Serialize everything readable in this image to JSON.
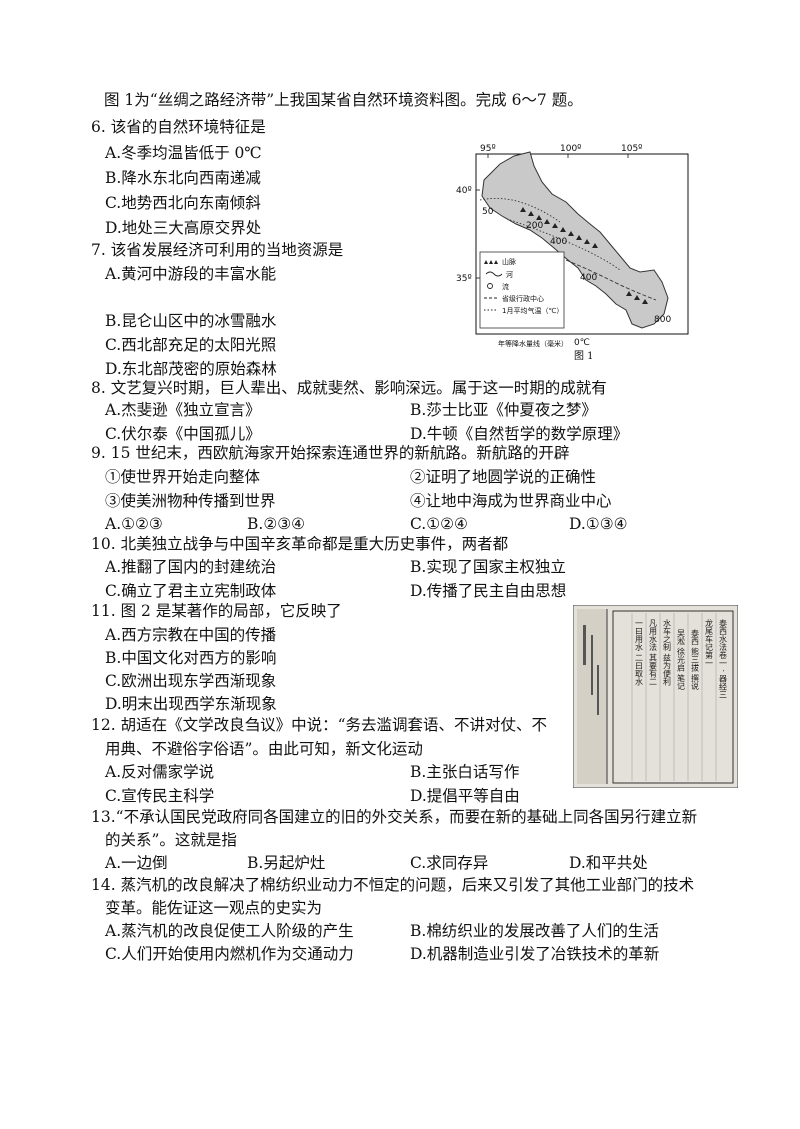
{
  "intro": "图 1为“丝绸之路经济带”上我国某省自然环境资料图。完成 6～7 题。",
  "q6": {
    "stem": "6. 该省的自然环境特征是",
    "A": "A.冬季均温皆低于 0℃",
    "B": "B.降水东北向西南递减",
    "C": "C.地势西北向东南倾斜",
    "D": "D.地处三大高原交界处"
  },
  "q7": {
    "stem": "7. 该省发展经济可利用的当地资源是",
    "A": "A.黄河中游段的丰富水能",
    "B": "B.昆仑山区中的冰雪融水",
    "C": "C.西北部充足的太阳光照",
    "D": "D.东北部茂密的原始森林"
  },
  "q8": {
    "stem": "8. 文艺复兴时期，巨人辈出、成就斐然、影响深远。属于这一时期的成就有",
    "A": "A.杰斐逊《独立宣言》",
    "B": "B.莎士比亚《仲夏夜之梦》",
    "C": "C.伏尔泰《中国孤儿》",
    "D": "D.牛顿《自然哲学的数学原理》"
  },
  "q9": {
    "stem": "9. 15 世纪末，西欧航海家开始探索连通世界的新航路。新航路的开辟",
    "s1": "①使世界开始走向整体",
    "s2": "②证明了地圆学说的正确性",
    "s3": "③使美洲物种传播到世界",
    "s4": "④让地中海成为世界商业中心",
    "A": "A.①②③",
    "B": "B.②③④",
    "C": "C.①②④",
    "D": "D.①③④"
  },
  "q10": {
    "stem": "10. 北美独立战争与中国辛亥革命都是重大历史事件，两者都",
    "A": "A.推翻了国内的封建统治",
    "B": "B.实现了国家主权独立",
    "C": "C.确立了君主立宪制政体",
    "D": "D.传播了民主自由思想"
  },
  "q11": {
    "stem": "11. 图 2 是某著作的局部，它反映了",
    "A": "A.西方宗教在中国的传播",
    "B": "B.中国文化对西方的影响",
    "C": "C.欧洲出现东学西渐现象",
    "D": "D.明末出现西学东渐现象"
  },
  "q12": {
    "stem1": "12. 胡适在《文学改良刍议》中说：“务去滥调套语、不讲对仗、不",
    "stem2": "用典、不避俗字俗语”。由此可知，新文化运动",
    "A": "A.反对儒家学说",
    "B": "B.主张白话写作",
    "C": "C.宣传民主科学",
    "D": "D.提倡平等自由"
  },
  "q13": {
    "stem1": "13.“不承认国民党政府同各国建立的旧的外交关系，而要在新的基础上同各国另行建立新",
    "stem2": "的关系”。这就是指",
    "A": "A.一边倒",
    "B": "B.另起炉灶",
    "C": "C.求同存异",
    "D": "D.和平共处"
  },
  "q14": {
    "stem1": "14. 蒸汽机的改良解决了棉纺织业动力不恒定的问题，后来又引发了其他工业部门的技术",
    "stem2": "变革。能佐证这一观点的史实为",
    "A": "A.蒸汽机的改良促使工人阶级的产生",
    "B": "B.棉纺织业的发展改善了人们的生活",
    "C": "C.人们开始使用内燃机作为交通动力",
    "D": "D.机器制造业引发了冶铁技术的革新"
  },
  "fig1": {
    "lon1": "95º",
    "lon2": "100º",
    "lon3": "105º",
    "lat1": "40º",
    "lat2": "35º",
    "iso50": "50",
    "iso200": "200",
    "iso400a": "400",
    "iso400b": "400",
    "iso800": "800",
    "legend_mountain": "山脉",
    "legend_river1": "河",
    "legend_river2": "流",
    "legend_capital": "省级行政中心",
    "legend_temp": "1月平均气温（℃）",
    "legend_precip": "年等降水量线（毫米）",
    "zero": "0℃",
    "caption": "图 1"
  },
  "fig2": {
    "col1": "泰西水法卷一 · 器经三",
    "col2": "龙尾车记第一",
    "col3": "泰西 熊三拔 撰说",
    "col4": "吴淞 徐光启 笔记",
    "col5": "水车之制 兹为便利",
    "col6": "凡用水法 其要有二",
    "col7": "一曰用水 二曰取水"
  }
}
